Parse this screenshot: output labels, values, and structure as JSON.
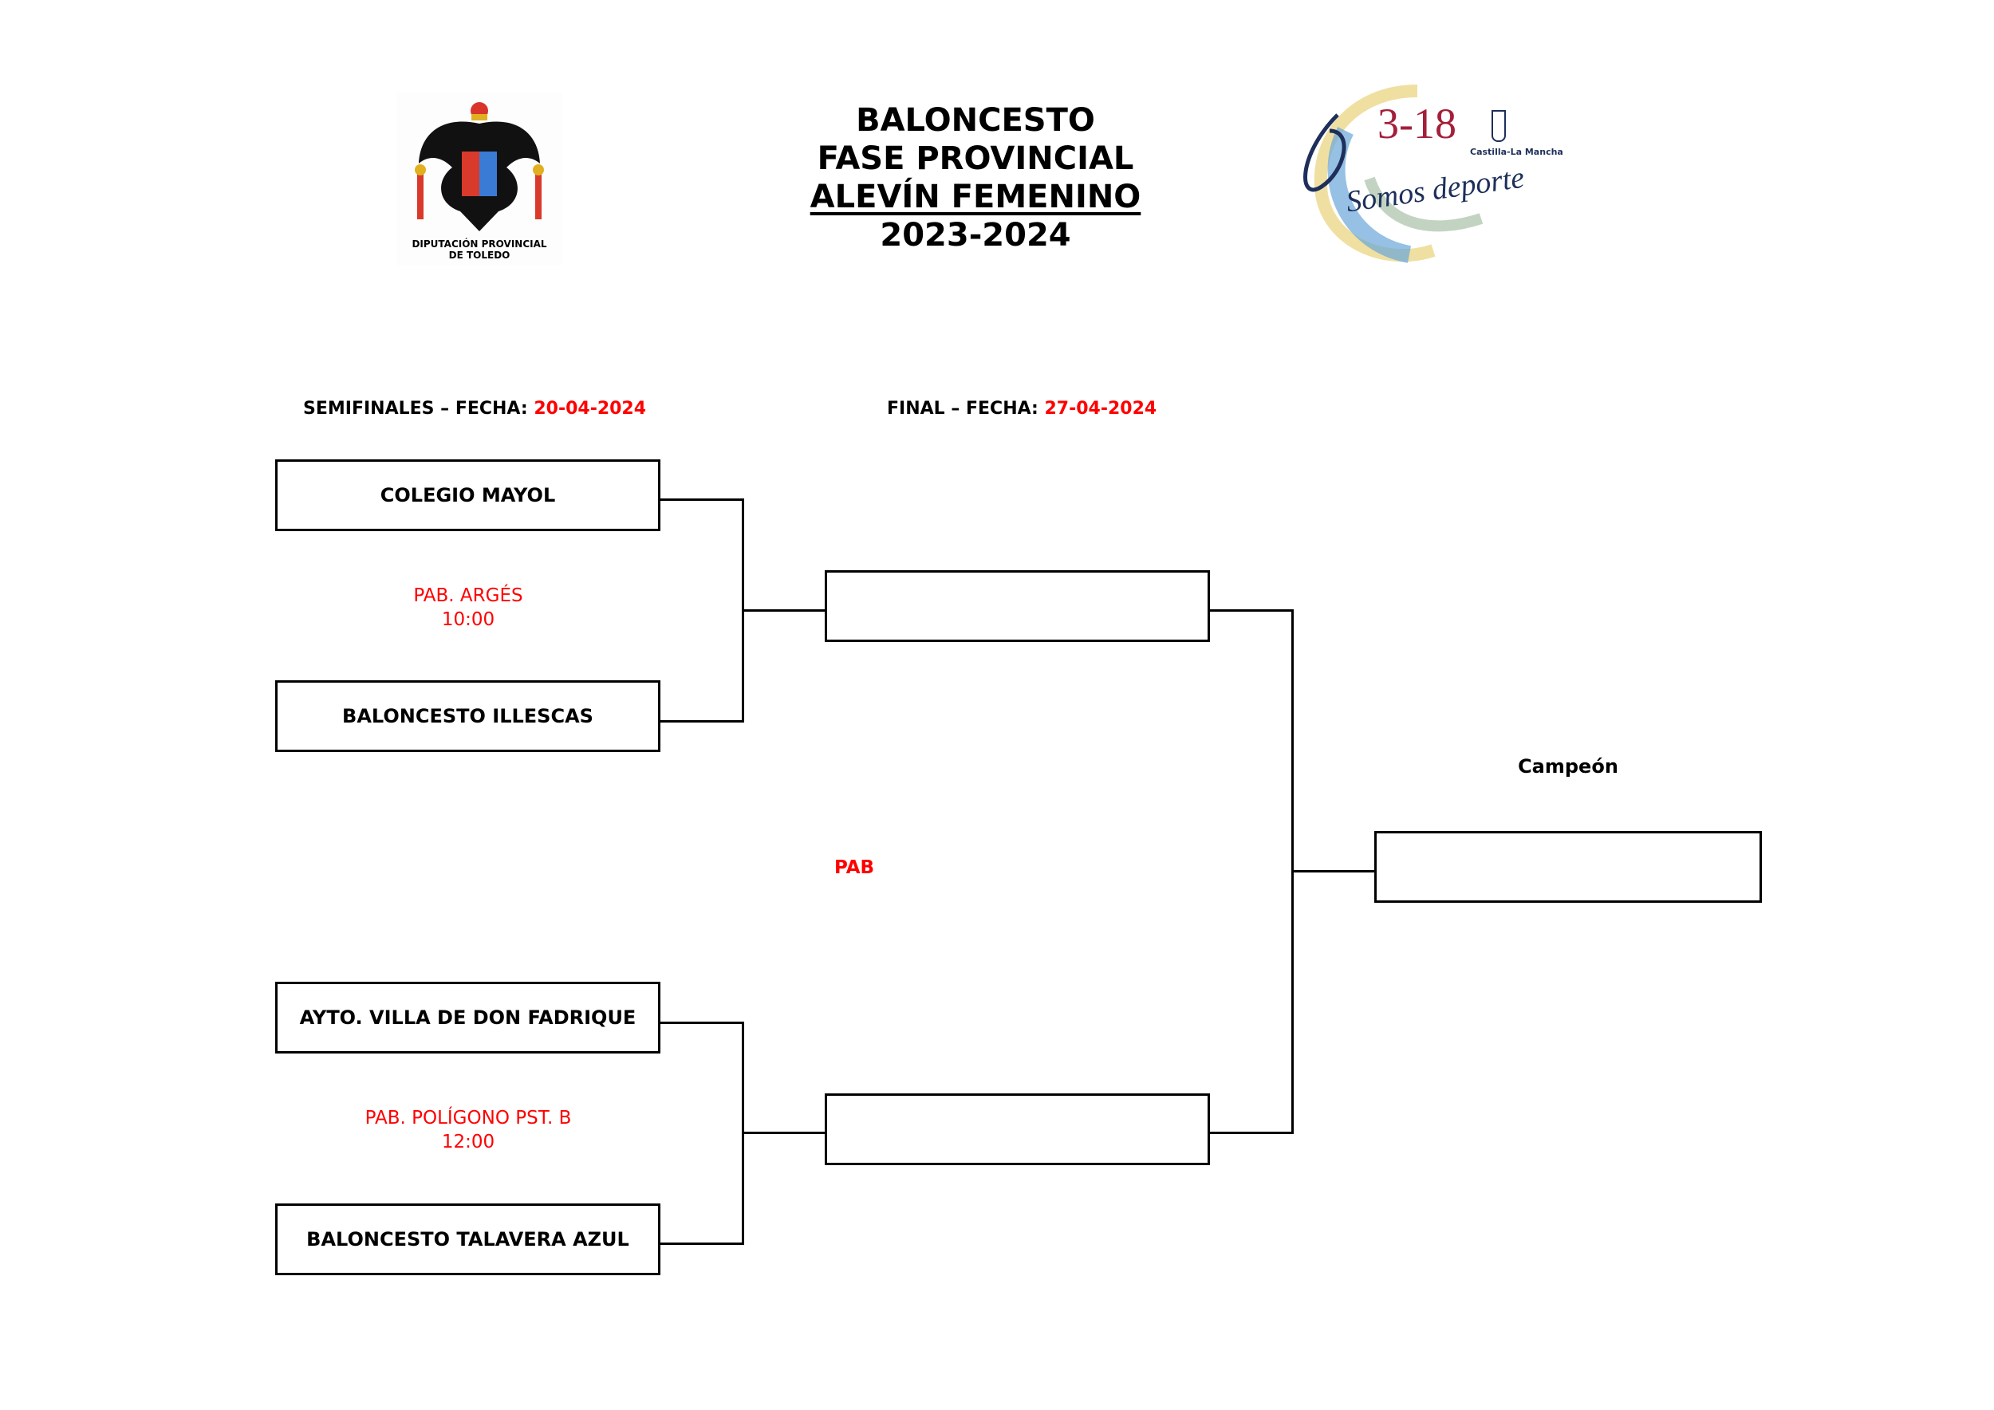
{
  "header": {
    "title_lines": [
      "BALONCESTO",
      "FASE PROVINCIAL",
      "ALEVÍN FEMENINO",
      "2023-2024"
    ],
    "left_logo": {
      "text_line1": "DIPUTACIÓN PROVINCIAL",
      "text_line2": "DE TOLEDO"
    },
    "right_logo": {
      "big_text": "3-18",
      "script_text": "Somos deporte",
      "region": "Castilla-La Mancha"
    }
  },
  "semifinals": {
    "label": "SEMIFINALES – FECHA: ",
    "date": "20-04-2024",
    "matches": [
      {
        "team_a": "COLEGIO MAYOL",
        "team_b": "BALONCESTO ILLESCAS",
        "venue": "PAB. ARGÉS",
        "time": "10:00"
      },
      {
        "team_a": "AYTO. VILLA DE DON FADRIQUE",
        "team_b": "BALONCESTO TALAVERA AZUL",
        "venue": "PAB. POLÍGONO PST. B",
        "time": "12:00"
      }
    ]
  },
  "final": {
    "label": "FINAL – FECHA: ",
    "date": "27-04-2024",
    "venue": "PAB",
    "finalist_1": "",
    "finalist_2": ""
  },
  "champion": {
    "label": "Campeón",
    "team": ""
  },
  "colors": {
    "accent": "#ff0000",
    "line": "#000000"
  }
}
